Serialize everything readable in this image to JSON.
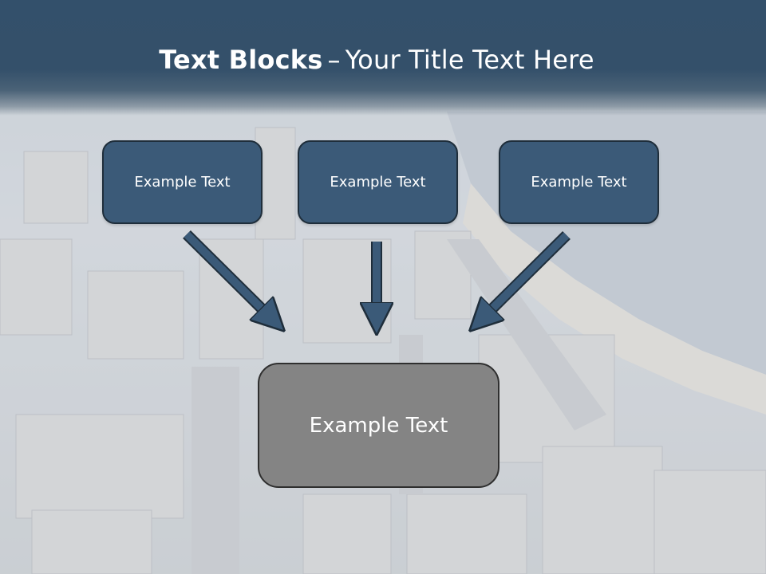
{
  "title": {
    "bold": "Text Blocks",
    "separator": "–",
    "rest": "Your Title Text Here"
  },
  "boxes": [
    {
      "label": "Example Text"
    },
    {
      "label": "Example Text"
    },
    {
      "label": "Example Text"
    }
  ],
  "main_box": {
    "label": "Example Text"
  },
  "colors": {
    "header": "#34506a",
    "box_fill": "#3b5a78",
    "box_border": "#1f2e3b",
    "main_fill": "#848484",
    "arrow": "#3b5a78"
  }
}
